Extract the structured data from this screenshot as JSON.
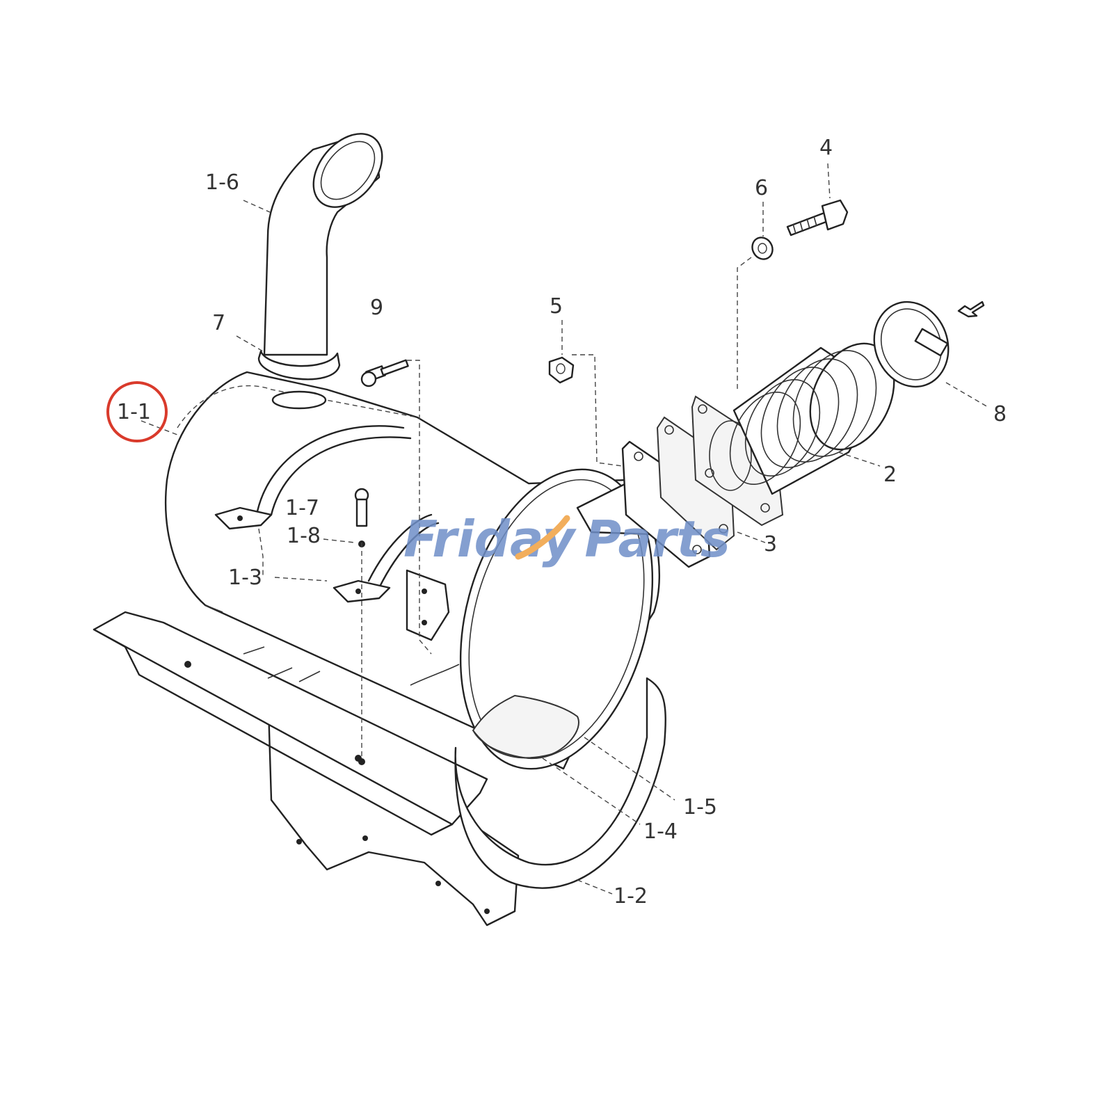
{
  "diagram": {
    "labels": {
      "p1_1": "1-1",
      "p1_2": "1-2",
      "p1_3": "1-3",
      "p1_4": "1-4",
      "p1_5": "1-5",
      "p1_6": "1-6",
      "p1_7": "1-7",
      "p1_8": "1-8",
      "p2": "2",
      "p3": "3",
      "p4": "4",
      "p5": "5",
      "p6": "6",
      "p7": "7",
      "p8": "8",
      "p9": "9"
    },
    "highlight_color": "#d93a2b"
  },
  "watermark": {
    "part1": "Friday",
    "part2": "Parts",
    "color_main": "#6f8fc8",
    "color_accent": "#f0a040"
  }
}
